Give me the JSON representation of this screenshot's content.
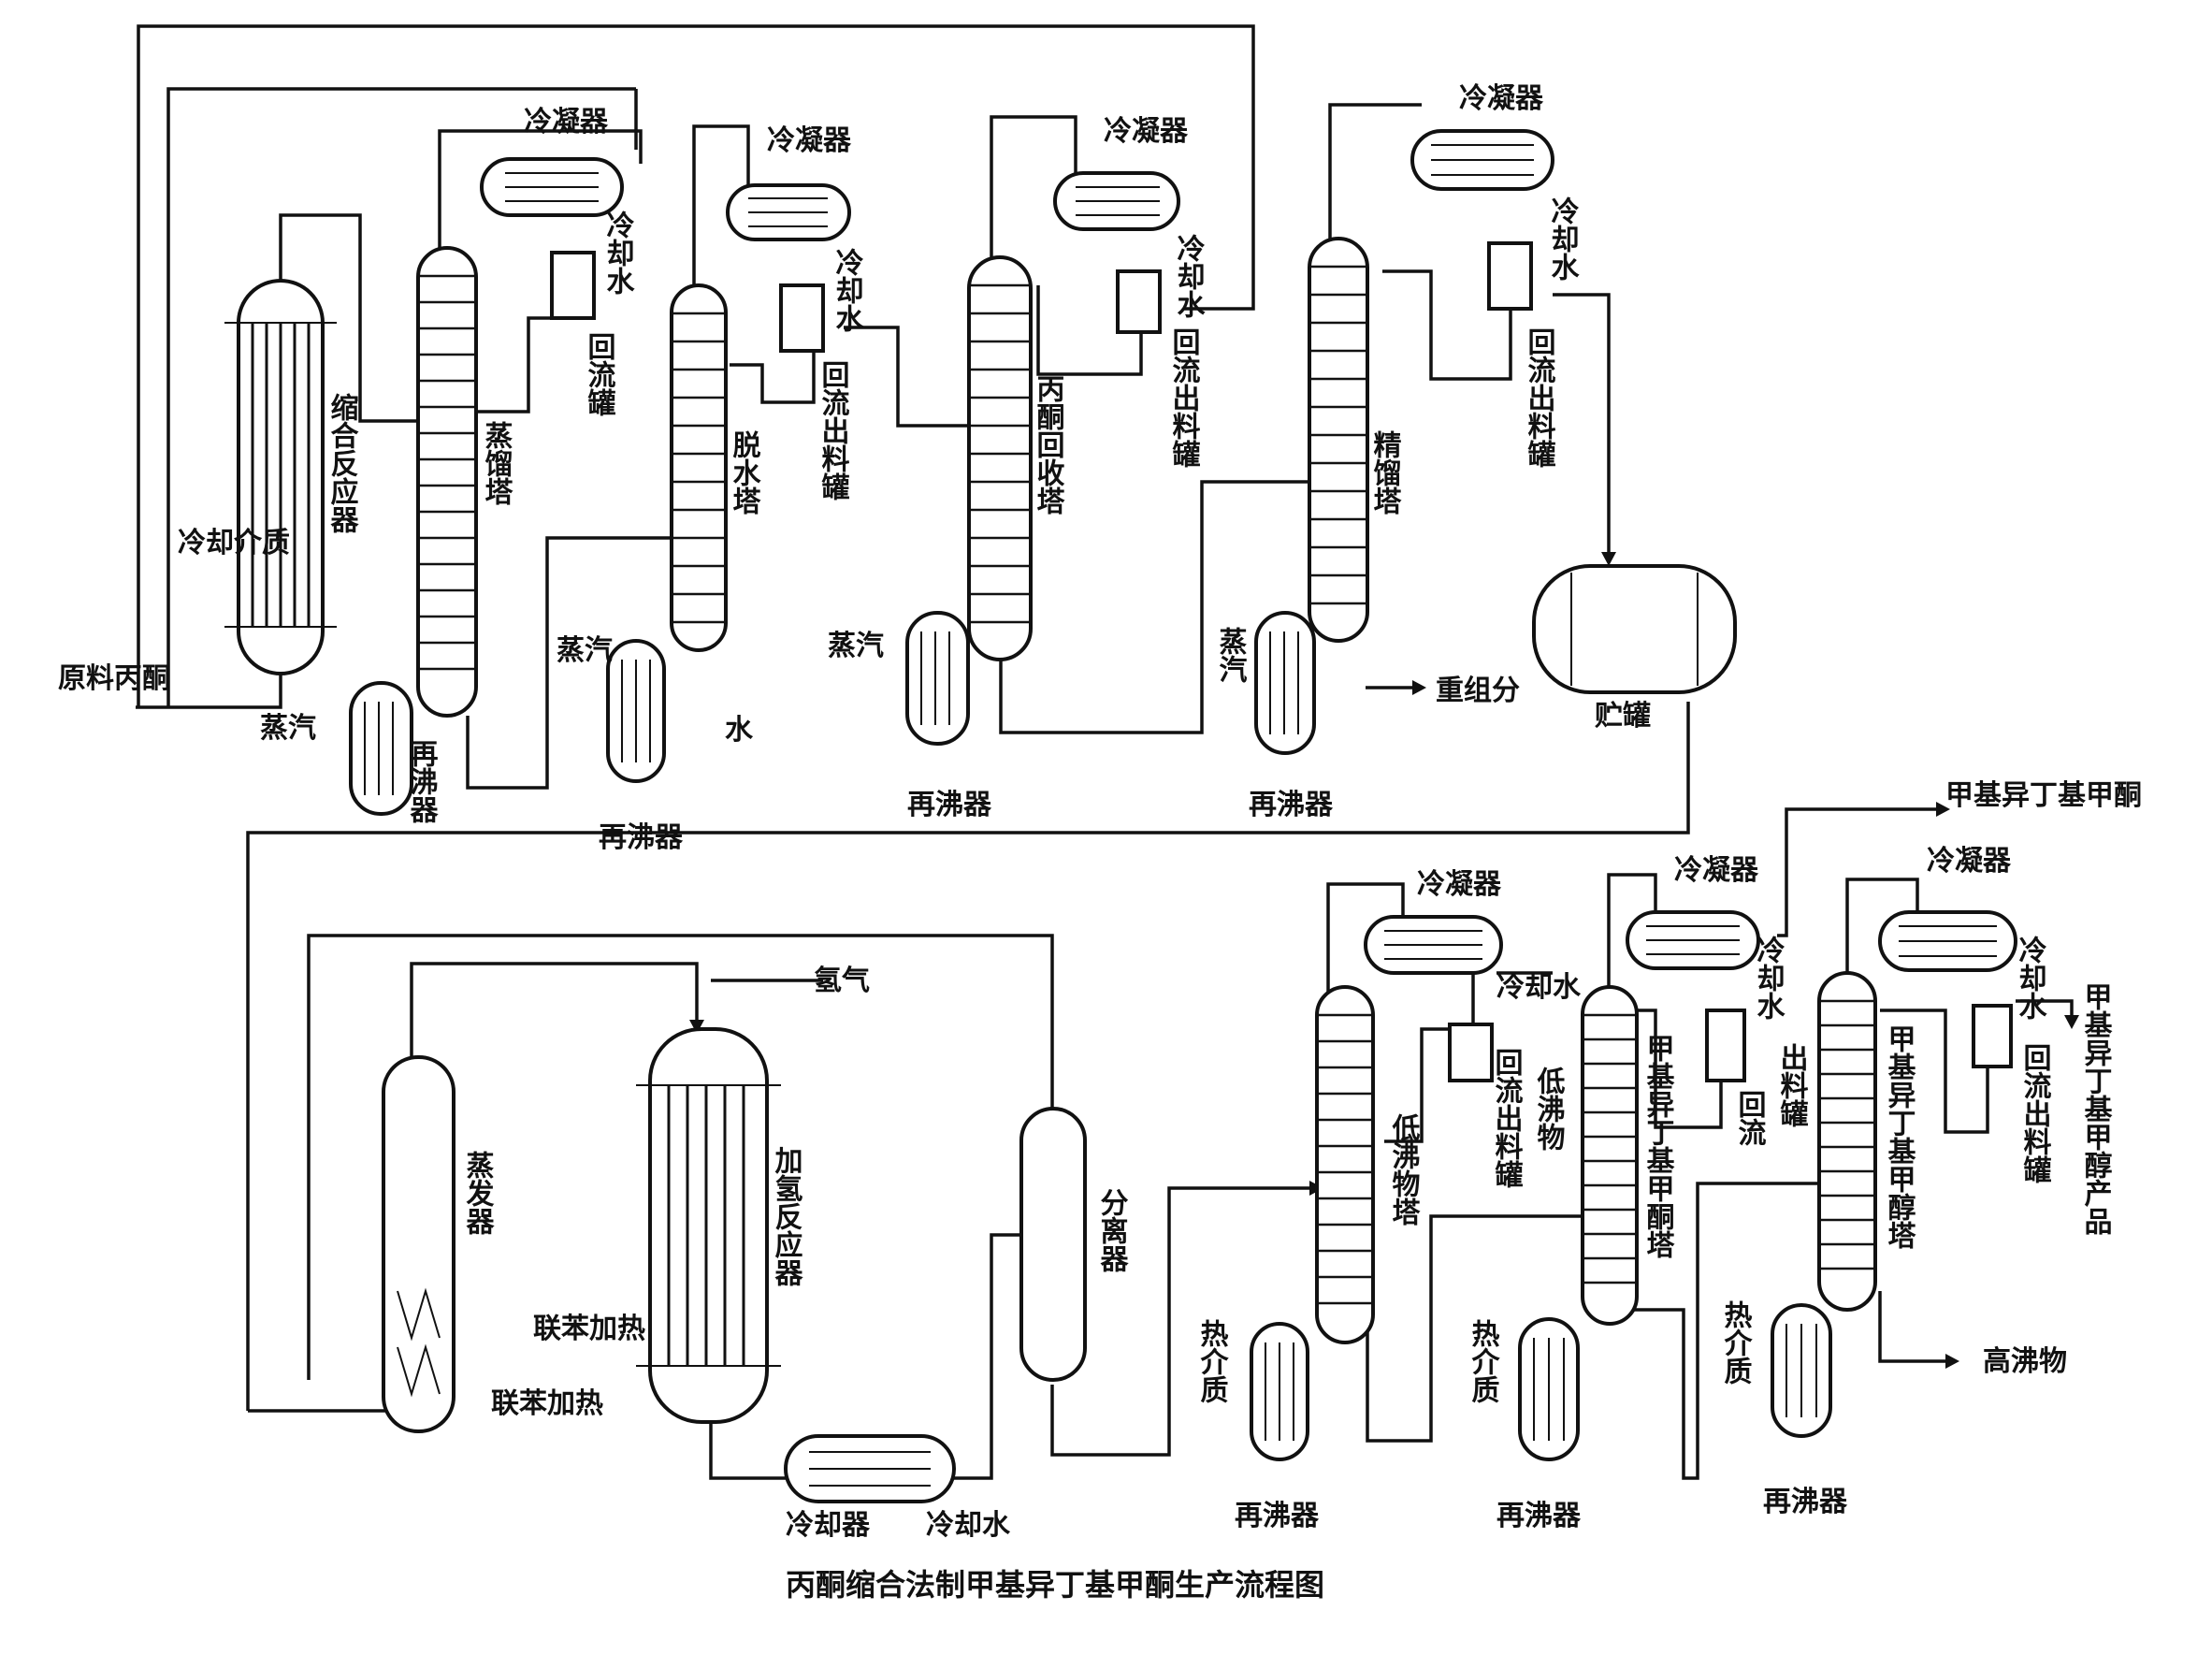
{
  "caption": "丙酮缩合法制甲基异丁基甲酮生产流程图",
  "labels": {
    "feed": "原料丙酮",
    "condensation_reactor": "缩合反应器",
    "coolant_medium": "冷却介质",
    "distillation_tower": "蒸馏塔",
    "dehydration_tower": "脱水塔",
    "acetone_recovery_tower": "丙酮回收塔",
    "rectification_tower": "精馏塔",
    "condenser": "冷凝器",
    "cooling_water": "冷却水",
    "steam": "蒸汽",
    "reboiler": "再沸器",
    "reflux_tank": "回流罐",
    "reflux_discharge_tank": "回流出料罐",
    "water": "水",
    "heavy_fraction": "重组分",
    "storage_tank": "贮罐",
    "evaporator": "蒸发器",
    "hydrogenation_reactor": "加氢反应器",
    "hydrogen": "氢气",
    "biphenyl_heating": "联苯加热",
    "separator": "分离器",
    "cooler": "冷却器",
    "low_boiler_tower": "低沸物塔",
    "low_boilers": "低沸物",
    "mibk_tower": "甲基异丁基甲酮塔",
    "mibk": "甲基异丁基甲酮",
    "mibc_tower": "甲基异丁基甲醇塔",
    "mibc_product": "甲基异丁基甲醇产品",
    "heat_medium": "热介质",
    "high_boilers": "高沸物",
    "reflux": "回流",
    "discharge_tank": "出料罐"
  }
}
